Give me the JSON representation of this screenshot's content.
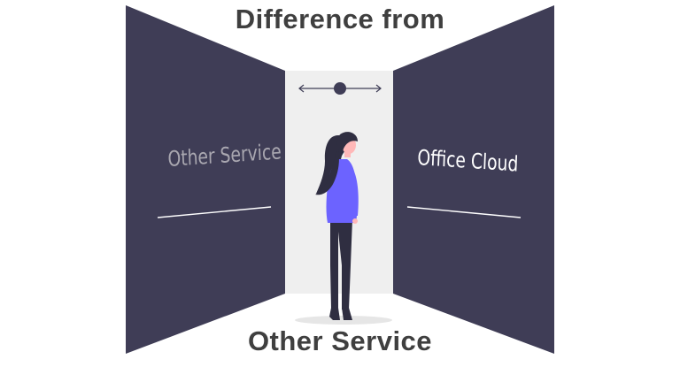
{
  "heading": {
    "top": "Difference from",
    "bottom": "Other Service"
  },
  "panels": {
    "left_label": "Other Service",
    "right_label": "Office Cloud"
  },
  "colors": {
    "panel": "#3f3d56",
    "corridor": "#f0f0f0",
    "shirt": "#6c63ff",
    "heading_text": "#3f3f3f"
  },
  "icons": [
    "double-arrow-slider-icon",
    "woman-illustration"
  ]
}
